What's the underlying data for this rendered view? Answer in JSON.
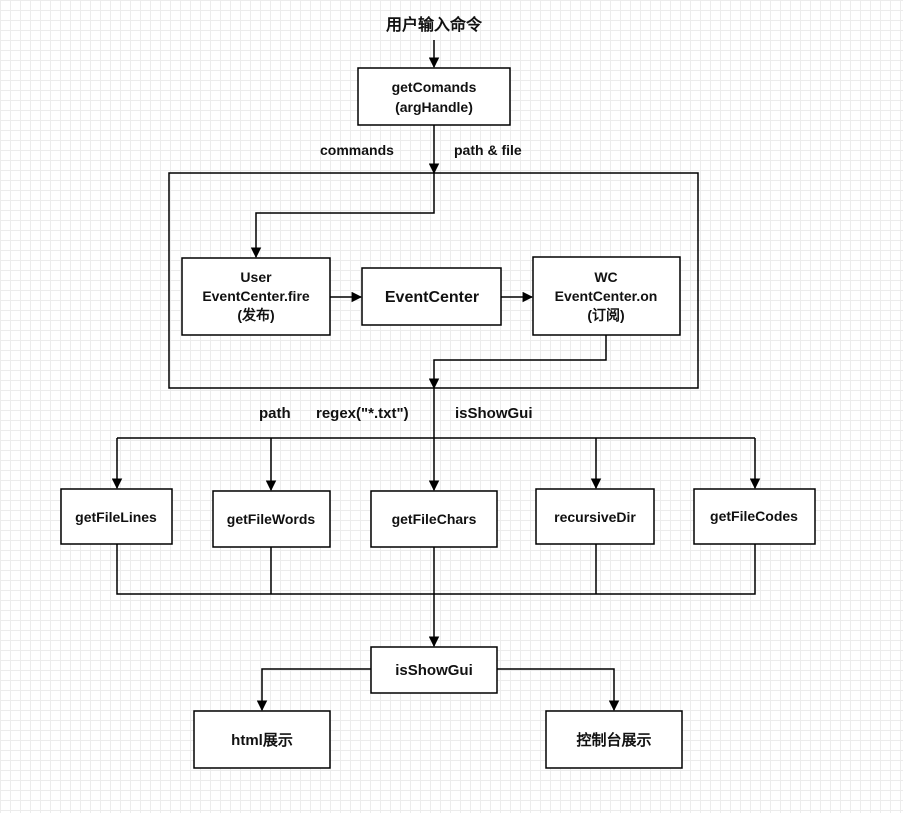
{
  "title": "用户输入命令",
  "nodes": {
    "get_commands": {
      "line1": "getComands",
      "line2": "(argHandle)"
    },
    "user": {
      "line1": "User",
      "line2": "EventCenter.fire",
      "line3": "(发布)"
    },
    "event_center": {
      "label": "EventCenter"
    },
    "wc": {
      "line1": "WC",
      "line2": "EventCenter.on",
      "line3": "(订阅)"
    },
    "get_file_lines": {
      "label": "getFileLines"
    },
    "get_file_words": {
      "label": "getFileWords"
    },
    "get_file_chars": {
      "label": "getFileChars"
    },
    "recursive_dir": {
      "label": "recursiveDir"
    },
    "get_file_codes": {
      "label": "getFileCodes"
    },
    "is_show_gui": {
      "label": "isShowGui"
    },
    "html_display": {
      "label": "html展示"
    },
    "console_display": {
      "label": "控制台展示"
    }
  },
  "edge_labels": {
    "commands": "commands",
    "path_file": "path & file",
    "path": "path",
    "regex": "regex(\"*.txt\")",
    "is_show_gui": "isShowGui"
  }
}
